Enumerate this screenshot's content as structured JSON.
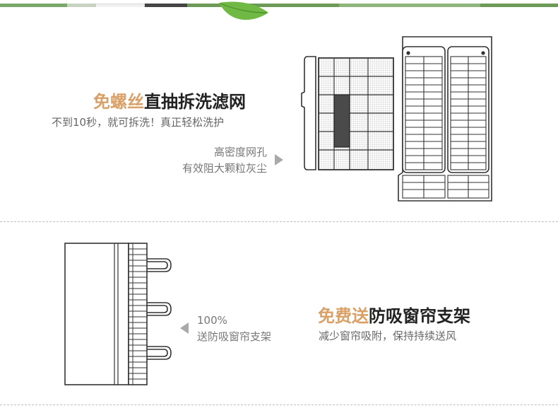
{
  "section1": {
    "headline_accent": "免螺丝",
    "headline_main": "直抽拆洗滤网",
    "subtitle": "不到10秒，就可拆洗！真正轻松洗护",
    "note_line1": "高密度网孔",
    "note_line2": "有效阻大颗粒灰尘"
  },
  "section2": {
    "headline_accent": "免费送",
    "headline_main": "防吸窗帘支架",
    "subtitle": "减少窗帘吸附，保持持续送风",
    "note_line1": "100%",
    "note_line2": "送防吸窗帘支架"
  },
  "colors": {
    "accent": "#d9a068",
    "headline": "#222222",
    "subtitle": "#666666",
    "divider": "#bdbdbd",
    "arrow": "#a9a9a9",
    "line_art": "#333333"
  },
  "icons": [
    "leaf-icon",
    "arrow-right-icon",
    "arrow-left-icon"
  ]
}
